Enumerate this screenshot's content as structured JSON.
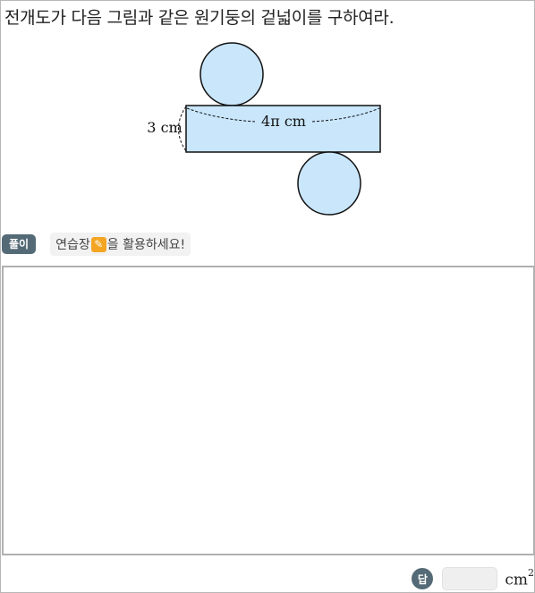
{
  "question": "전개도가 다음 그림과 같은 원기둥의 겉넓이를 구하여라.",
  "figure": {
    "height_label": "3 cm",
    "width_label": "4π cm",
    "fill_color": "#c9e6fb",
    "stroke_color": "#111111"
  },
  "solve": {
    "badge": "풀이",
    "hint_before": "연습장",
    "pencil_icon": "pencil-icon",
    "hint_after": "을 활용하세요!"
  },
  "answer": {
    "badge": "답",
    "value": "",
    "unit": "cm",
    "unit_exponent": "2"
  }
}
